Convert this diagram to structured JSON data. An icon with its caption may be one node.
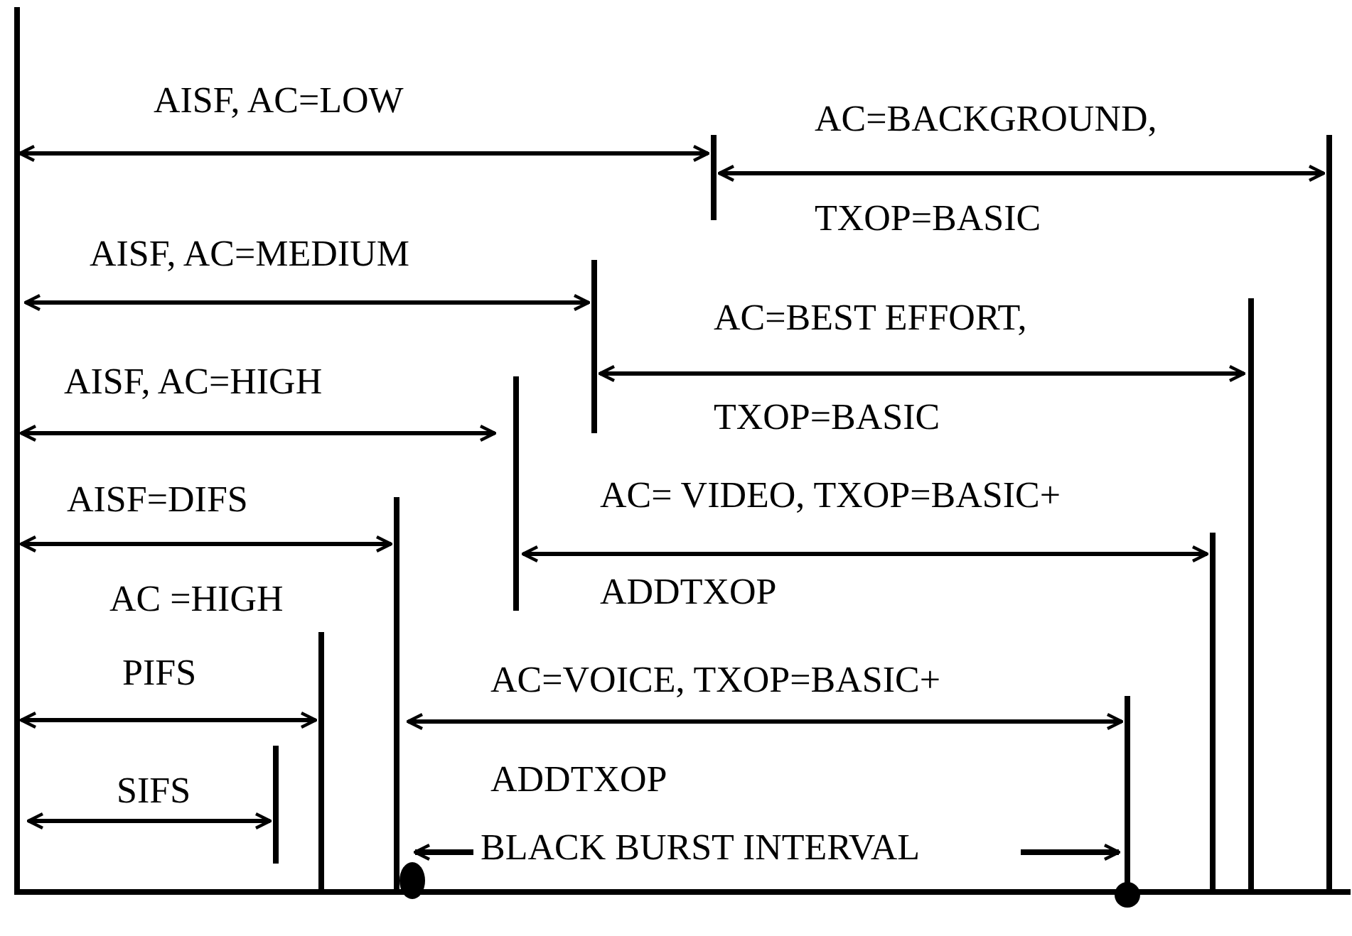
{
  "diagram": {
    "labels": [
      "AISF, AC=LOW",
      "AC=BACKGROUND,",
      "TXOP=BASIC",
      "AISF, AC=MEDIUM",
      "AC=BEST EFFORT,",
      "TXOP=BASIC",
      "AISF, AC=HIGH",
      "AISF=DIFS",
      "AC= VIDEO, TXOP=BASIC+",
      "ADDTXOP",
      "AC =HIGH",
      "PIFS",
      "AC=VOICE, TXOP=BASIC+",
      "SIFS",
      "ADDTXOP",
      "BLACK BURST INTERVAL"
    ]
  }
}
